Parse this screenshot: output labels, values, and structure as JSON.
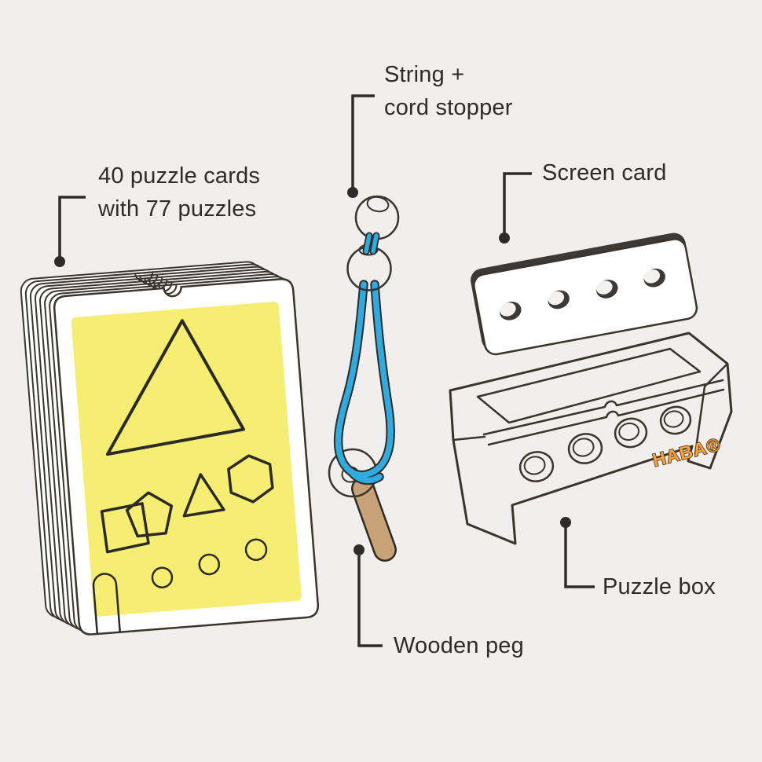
{
  "labels": {
    "puzzle_cards": {
      "line1": "40 puzzle cards",
      "line2": "with 77 puzzles"
    },
    "string": {
      "line1": "String +",
      "line2": "cord stopper"
    },
    "screen_card": "Screen card",
    "puzzle_box": "Puzzle box",
    "wooden_peg": "Wooden peg"
  },
  "box": {
    "brand": "HABA®"
  },
  "illustrations": {
    "card_stack": "stack of puzzle cards with triangle, square, pentagon, hexagon and circle cutlines",
    "string_assembly": "blue string with wooden bead, yellow cord stopper and wooden peg",
    "screen_card": "white card with four holes",
    "puzzle_box": "orange puzzle box with four holes"
  },
  "colors": {
    "background": "#f0efee",
    "text": "#2e2c2a",
    "callout_line": "#2e2c2a",
    "card_yellow": "#f6ee72",
    "card_white": "#ffffff",
    "outline_dark": "#3a342c",
    "string_blue": "#2fabdf",
    "cord_stopper_yellow": "#f8ec0e",
    "wood_bead": "#b79670",
    "wood_peg": "#c6a276",
    "wood_hole": "#6f5848",
    "box_orange": "#f7a23a",
    "box_top_orange": "#f0891c",
    "box_hole_ring": "#f9ad4d",
    "hole_dark": "#413d37",
    "screen_card_edge": "#3c3936",
    "screen_hole_light": "#f3f2f0"
  }
}
